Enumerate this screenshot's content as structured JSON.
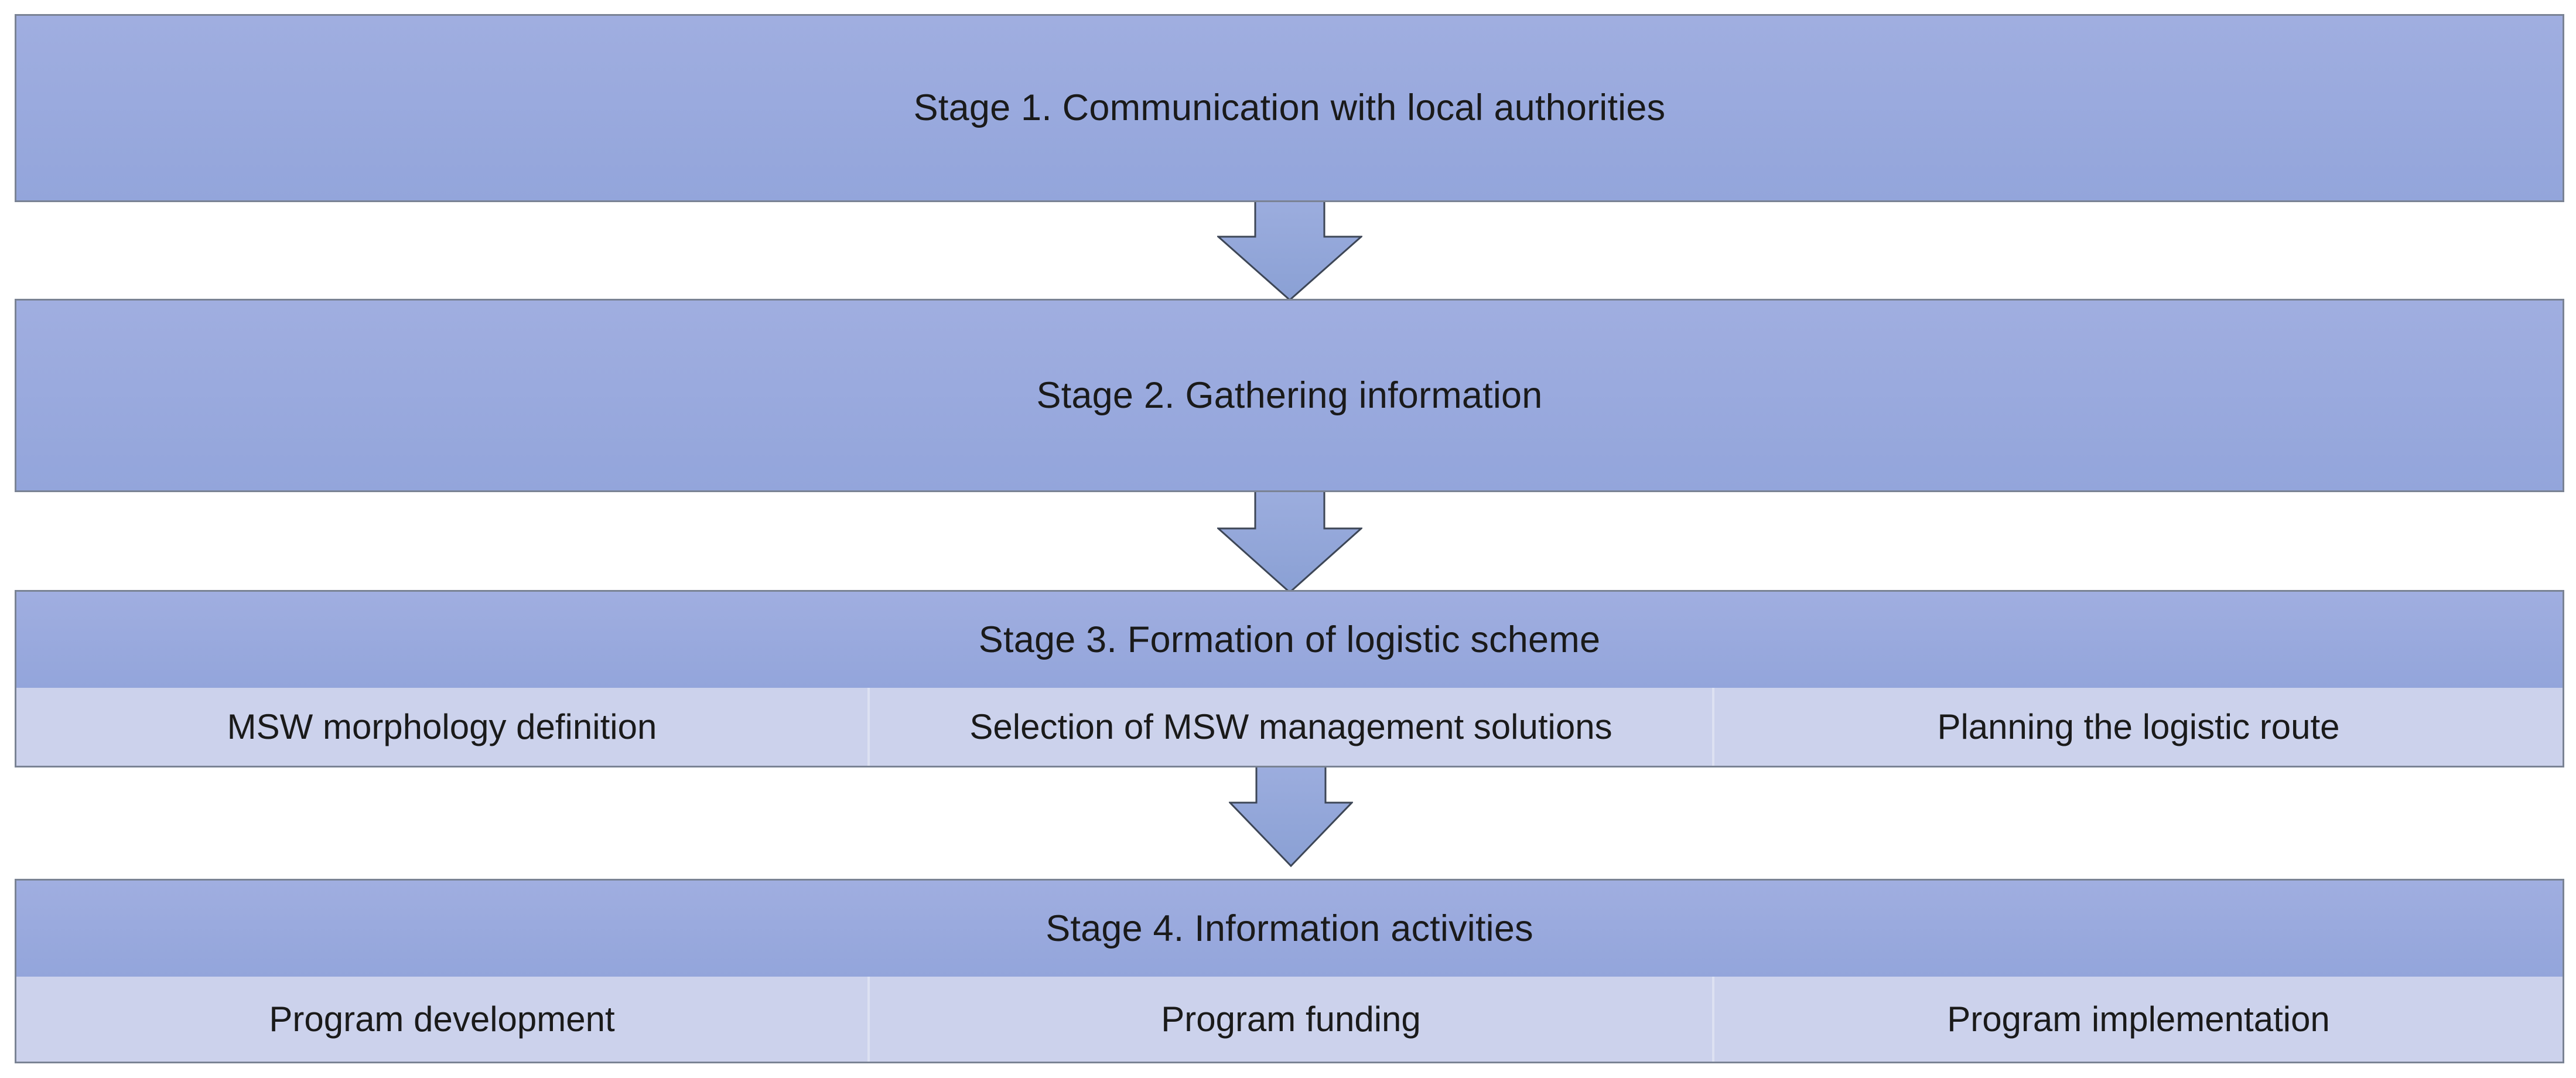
{
  "diagram": {
    "type": "flowchart",
    "orientation": "vertical-top-down",
    "title_semantics": "MSW logistic scheme staged process",
    "colors": {
      "stage_fill_top": "#9FAEE0",
      "stage_fill_bottom": "#93A5DB",
      "substage_fill": "#CCD2EC",
      "border": "#7A8394",
      "arrow_fill": "#92A4D7",
      "arrow_border": "#3D4656",
      "text": "#1a1a1a",
      "background": "#FFFFFF"
    }
  },
  "stages": [
    {
      "id": "stage-1",
      "title": "Stage 1. Communication with local authorities",
      "substages": []
    },
    {
      "id": "stage-2",
      "title": "Stage 2. Gathering information",
      "substages": []
    },
    {
      "id": "stage-3",
      "title": "Stage 3. Formation of logistic scheme",
      "substages": [
        "MSW morphology definition",
        "Selection of MSW management solutions",
        "Planning the logistic route"
      ]
    },
    {
      "id": "stage-4",
      "title": "Stage 4. Information activities",
      "substages": [
        "Program development",
        "Program funding",
        "Program implementation"
      ]
    }
  ],
  "connectors": [
    {
      "id": "arrow-1-to-2",
      "icon": "down-arrow-icon",
      "from": "stage-1",
      "to": "stage-2"
    },
    {
      "id": "arrow-2-to-3",
      "icon": "down-arrow-icon",
      "from": "stage-2",
      "to": "stage-3"
    },
    {
      "id": "arrow-3-to-4",
      "icon": "down-arrow-icon",
      "from": "stage-3",
      "to": "stage-4"
    }
  ]
}
